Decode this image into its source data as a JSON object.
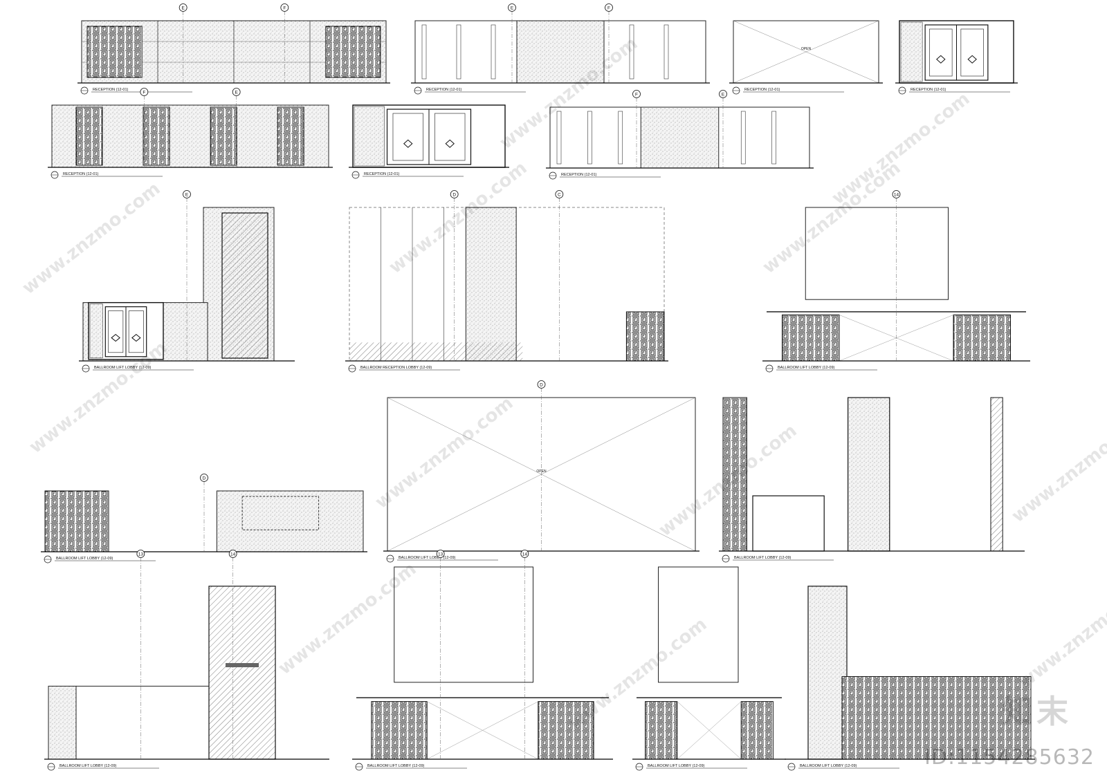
{
  "sheet": {
    "watermark": "www.znzmo.com",
    "brand": "知末",
    "drawing_id": "ID:1154285632"
  },
  "views": [
    {
      "title": "RECEPTION (12-01)",
      "grid": [
        "E",
        "F"
      ]
    },
    {
      "title": "RECEPTION (12-01)",
      "grid": [
        "E",
        "F"
      ]
    },
    {
      "title": "RECEPTION (12-01)",
      "grid": []
    },
    {
      "title": "RECEPTION (12-01)",
      "grid": []
    },
    {
      "title": "RECEPTION (12-01)",
      "grid": [
        "F",
        "E"
      ]
    },
    {
      "title": "RECEPTION (12-01)",
      "grid": []
    },
    {
      "title": "RECEPTION (12-01)",
      "grid": [
        "F",
        "E"
      ]
    },
    {
      "title": "BALLROOM LIFT LOBBY (12-09)",
      "grid": [
        "E"
      ]
    },
    {
      "title": "BALLROOM RECEPTION LOBBY (12-09)",
      "grid": [
        "D",
        "C"
      ]
    },
    {
      "title": "BALLROOM LIFT LOBBY (12-09)",
      "grid": [
        "14"
      ]
    },
    {
      "title": "BALLROOM LIFT LOBBY (12-09)",
      "grid": [
        "D"
      ]
    },
    {
      "title": "BALLROOM LIFT LOBBY (12-09)",
      "grid": [
        "D"
      ]
    },
    {
      "title": "BALLROOM LIFT LOBBY (12-09)",
      "grid": []
    },
    {
      "title": "BALLROOM LIFT LOBBY (12-09)",
      "grid": [
        "13",
        "14"
      ]
    },
    {
      "title": "BALLROOM LIFT LOBBY (12-09)",
      "grid": [
        "13",
        "14"
      ]
    },
    {
      "title": "BALLROOM LIFT LOBBY (12-09)",
      "grid": []
    },
    {
      "title": "BALLROOM LIFT LOBBY (12-09)",
      "grid": []
    }
  ],
  "open_label": "OPEN"
}
